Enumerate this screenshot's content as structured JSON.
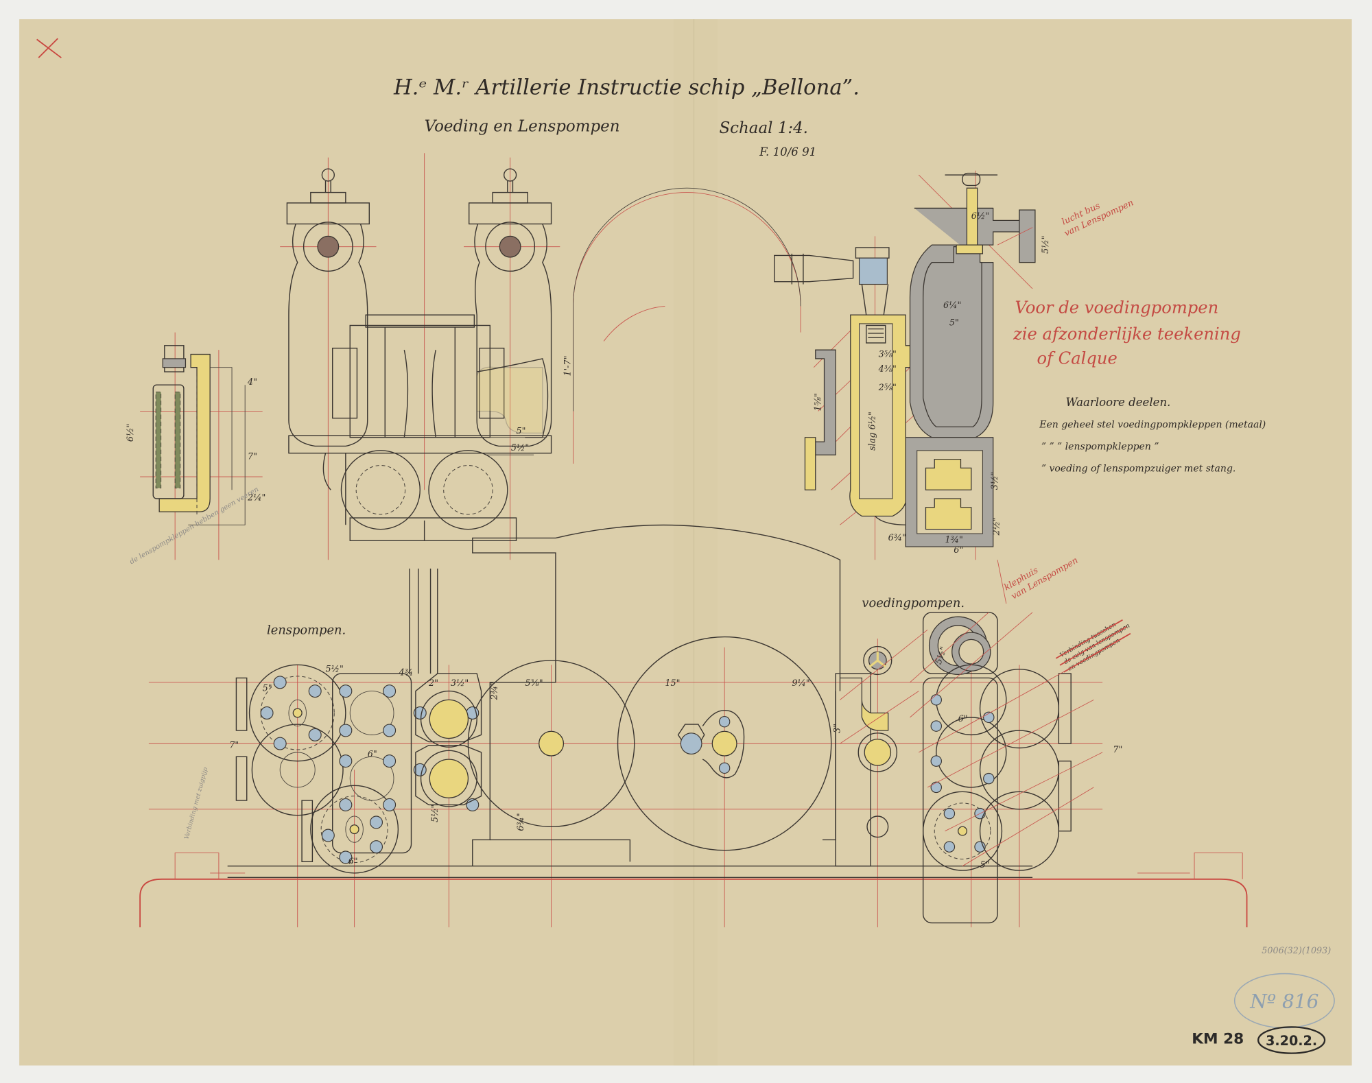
{
  "title": {
    "line1": "H.ᵉ M.ʳ Artillerie Instructie schip „Bellona”.",
    "line2": "Voeding en Lenspompen",
    "scale": "Schaal 1:4.",
    "date": "F. 10/6 91"
  },
  "labels": {
    "lenspompen": "lenspompen.",
    "voedingpompen": "voedingpompen."
  },
  "red_notes": {
    "voedingpompen_note": [
      "Voor de voedingpompen",
      "zie afzonderlijke teekening",
      "of Calque"
    ],
    "lucht_note": [
      "lucht bus",
      "van Lenspompen"
    ],
    "klep_note": [
      "klephuis",
      "van Lenspompen"
    ],
    "crossed_note": [
      "Verbinding tusschen",
      "de zuig van lenspompen",
      "en voedingpompen"
    ]
  },
  "spare_parts": {
    "heading": "Waarloore deelen.",
    "items": [
      "Een geheel stel voedingpompkleppen (metaal)",
      "”    ”    ”  lenspompkleppen         ”",
      "”  voeding of lenspompzuiger met stang."
    ]
  },
  "pencil_notes": {
    "left_detail": "de lenspompkleppen hebben geen veeren",
    "left_side": "Verbinding met zuigpijp",
    "catalog": "5006(32)(1093)"
  },
  "stamps": {
    "number": "Nº 816",
    "km": "KM 28",
    "archive": "3.20.2."
  },
  "dimensions": {
    "d1": "5\"",
    "d2": "5½\"",
    "d3": "4¾",
    "d4": "2\"",
    "d5": "3½\"",
    "d6": "5⅜\"",
    "d7": "15\"",
    "d8": "9¼\"",
    "d9": "6\"",
    "d10": "7\"",
    "d11": "2¾\"",
    "d12": "6¾\"",
    "d13": "5½\"",
    "d14": "6\"",
    "d15": "5\"",
    "d16": "6½\"",
    "d17": "4\"",
    "d18": "2¼\"",
    "d19": "1'-7\"",
    "d20": "6¼\"",
    "d21": "5\"",
    "d22": "6½\"",
    "d23": "1⅝\"",
    "d24": "6¾\"",
    "d25": "6\"",
    "d26": "slag 6½\"",
    "d27": "4⅜\"",
    "d28": "3⅝\"",
    "d29": "2⅝\"",
    "d30": "2½\"",
    "d31": "3½\"",
    "d32": "1¾\"",
    "d33": "5½\"",
    "d34": "7\"",
    "d35": "3\"",
    "d36": "2\""
  },
  "colors": {
    "paper": "#dccfab",
    "ink": "#3b3631",
    "red": "#c9574f",
    "yellow_wash": "#e9d67f",
    "blue_wash": "#a9bdcc",
    "gray_wash": "#a9a69f"
  }
}
